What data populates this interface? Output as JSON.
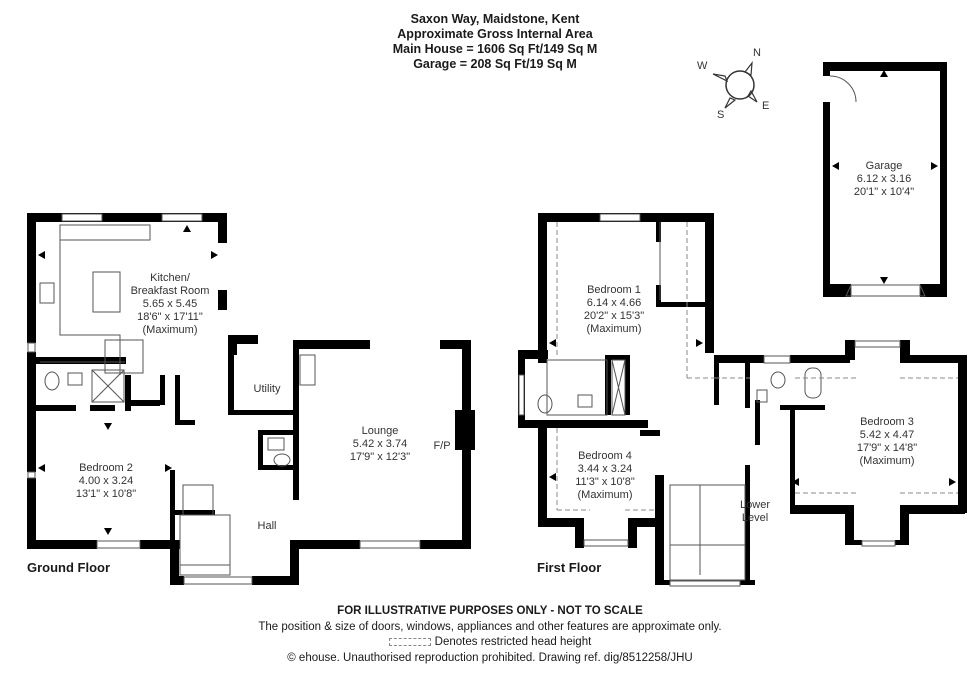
{
  "header": {
    "address": "Saxon Way, Maidstone, Kent",
    "area_title": "Approximate Gross Internal Area",
    "main_house": "Main House = 1606 Sq Ft/149 Sq M",
    "garage": "Garage = 208 Sq Ft/19 Sq M"
  },
  "compass": {
    "n": "N",
    "e": "E",
    "s": "S",
    "w": "W"
  },
  "floors": {
    "ground": {
      "label": "Ground Floor",
      "rooms": [
        {
          "name": "Kitchen/",
          "name2": "Breakfast Room",
          "metric": "5.65 x 5.45",
          "imperial": "18'6\" x 17'11\"",
          "note": "(Maximum)"
        },
        {
          "name": "Bedroom 2",
          "metric": "4.00 x 3.24",
          "imperial": "13'1\" x 10'8\""
        },
        {
          "name": "Utility"
        },
        {
          "name": "Lounge",
          "metric": "5.42 x 3.74",
          "imperial": "17'9\" x 12'3\""
        },
        {
          "name": "Hall"
        },
        {
          "name": "F/P"
        }
      ]
    },
    "first": {
      "label": "First Floor",
      "rooms": [
        {
          "name": "Bedroom 1",
          "metric": "6.14 x 4.66",
          "imperial": "20'2\" x 15'3\"",
          "note": "(Maximum)"
        },
        {
          "name": "Bedroom 4",
          "metric": "3.44 x 3.24",
          "imperial": "11'3\" x 10'8\"",
          "note": "(Maximum)"
        },
        {
          "name": "Bedroom 3",
          "metric": "5.42 x 4.47",
          "imperial": "17'9\" x 14'8\"",
          "note": "(Maximum)"
        },
        {
          "name": "Lower",
          "name2": "Level"
        }
      ]
    },
    "garage": {
      "rooms": [
        {
          "name": "Garage",
          "metric": "6.12 x 3.16",
          "imperial": "20'1\" x 10'4\""
        }
      ]
    }
  },
  "footer": {
    "disclaimer": "FOR ILLUSTRATIVE PURPOSES ONLY - NOT TO SCALE",
    "approx_note": "The position & size of doors, windows, appliances and other features are approximate only.",
    "legend": "Denotes restricted head height",
    "copyright": "© ehouse. Unauthorised reproduction prohibited. Drawing ref. dig/8512258/JHU"
  }
}
